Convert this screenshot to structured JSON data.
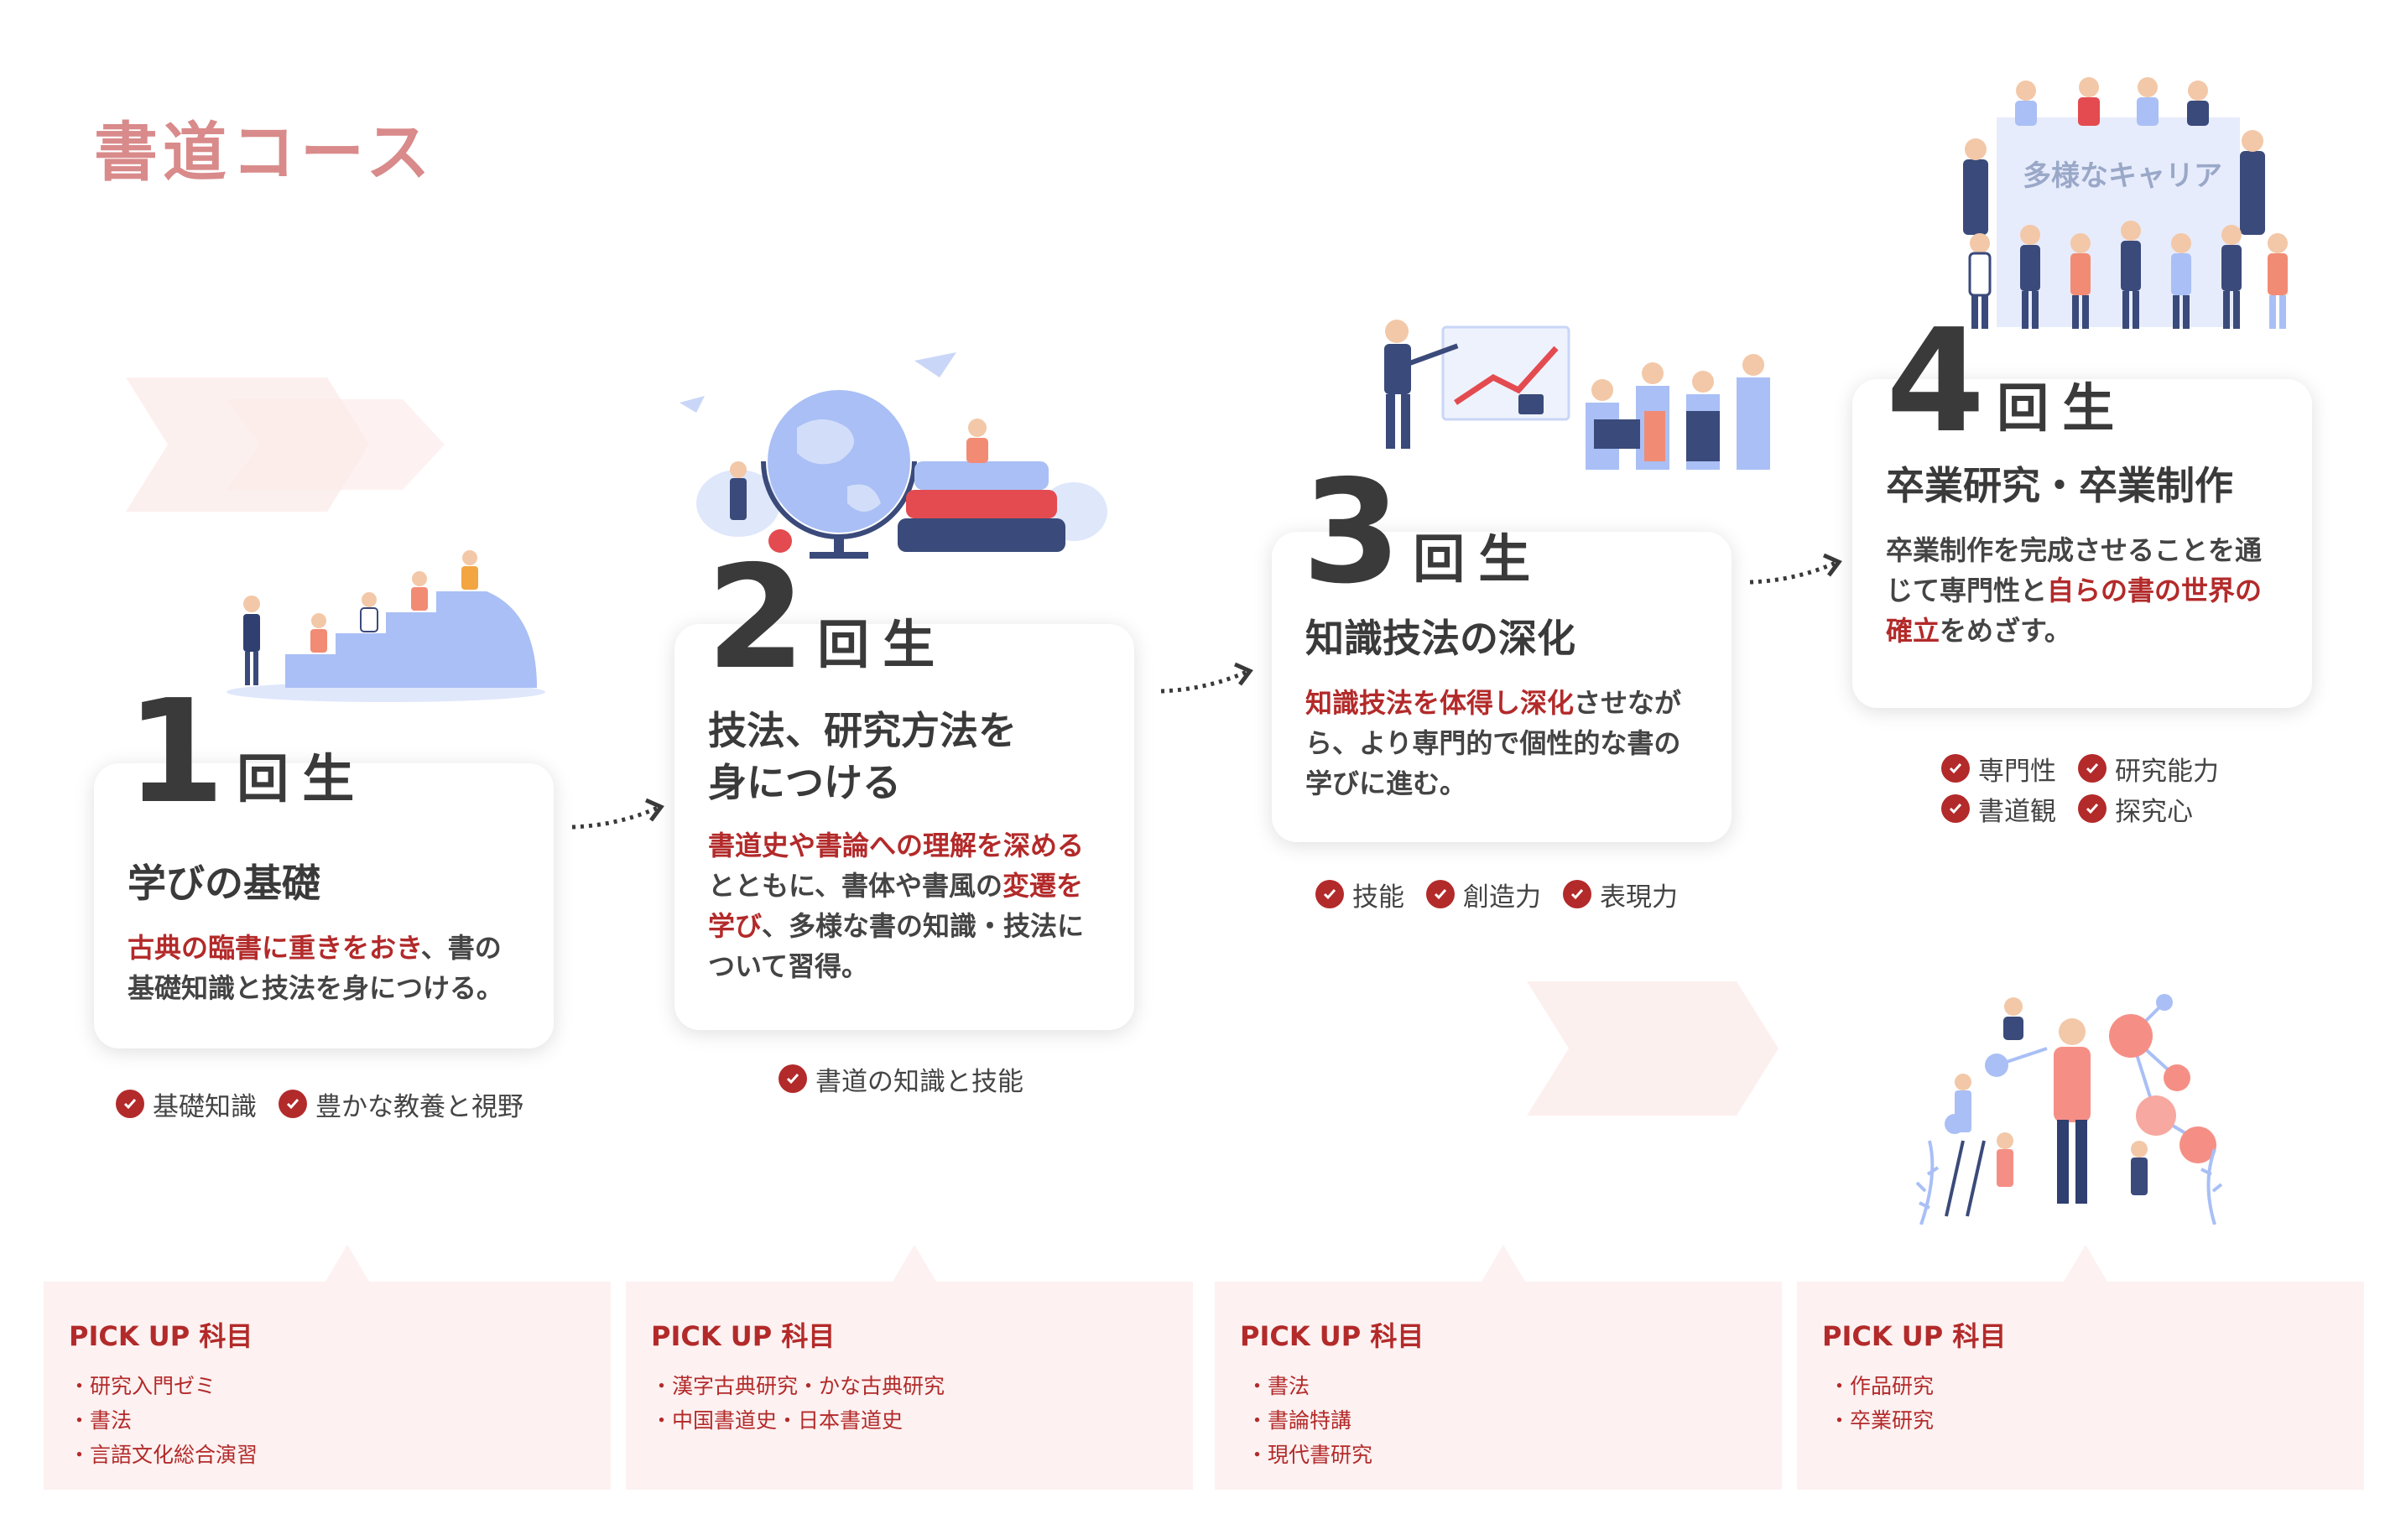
{
  "page_title": "書道コース",
  "years": [
    {
      "num": "1",
      "kai": "回生",
      "heading": "学びの基礎",
      "desc": [
        {
          "t": "古典の臨書に重きをおき",
          "hl": true
        },
        {
          "t": "、書の基礎知識と技法を身につける。",
          "hl": false
        }
      ],
      "tags": [
        "基礎知識",
        "豊かな教養と視野"
      ],
      "pick_title": "PICK UP 科目",
      "pick_items": [
        "研究入門ゼミ",
        "書法",
        "言語文化総合演習"
      ]
    },
    {
      "num": "2",
      "kai": "回生",
      "heading": "技法、研究方法を身につける",
      "desc": [
        {
          "t": "書道史や書論への理解を深める",
          "hl": true
        },
        {
          "t": "とともに、書体や書風の",
          "hl": false
        },
        {
          "t": "変遷を学び",
          "hl": true
        },
        {
          "t": "、多様な書の知識・技法について習得。",
          "hl": false
        }
      ],
      "tags": [
        "書道の知識と技能"
      ],
      "pick_title": "PICK UP 科目",
      "pick_items": [
        "漢字古典研究・かな古典研究",
        "中国書道史・日本書道史"
      ]
    },
    {
      "num": "3",
      "kai": "回生",
      "heading": "知識技法の深化",
      "desc": [
        {
          "t": "知識技法を体得し深化",
          "hl": true
        },
        {
          "t": "させながら、より専門的で個性的な書の学びに進む。",
          "hl": false
        }
      ],
      "tags": [
        "技能",
        "創造力",
        "表現力"
      ],
      "pick_title": "PICK UP 科目",
      "pick_items": [
        "書法",
        "書論特講",
        "現代書研究"
      ]
    },
    {
      "num": "4",
      "kai": "回生",
      "heading": "卒業研究・卒業制作",
      "desc": [
        {
          "t": "卒業制作を完成させることを通じて専門性と",
          "hl": false
        },
        {
          "t": "自らの書の世界の確立",
          "hl": true
        },
        {
          "t": "をめざす。",
          "hl": false
        }
      ],
      "tags": [
        "専門性",
        "研究能力",
        "書道観",
        "探究心"
      ],
      "pick_title": "PICK UP 科目",
      "pick_items": [
        "作品研究",
        "卒業研究"
      ]
    }
  ],
  "career_label": "多様なキャリア",
  "colors": {
    "accent": "#b32a2a",
    "title": "#d98a8a",
    "pick_bg": "#fdf1f1",
    "illus_blue": "#a9bff5"
  }
}
